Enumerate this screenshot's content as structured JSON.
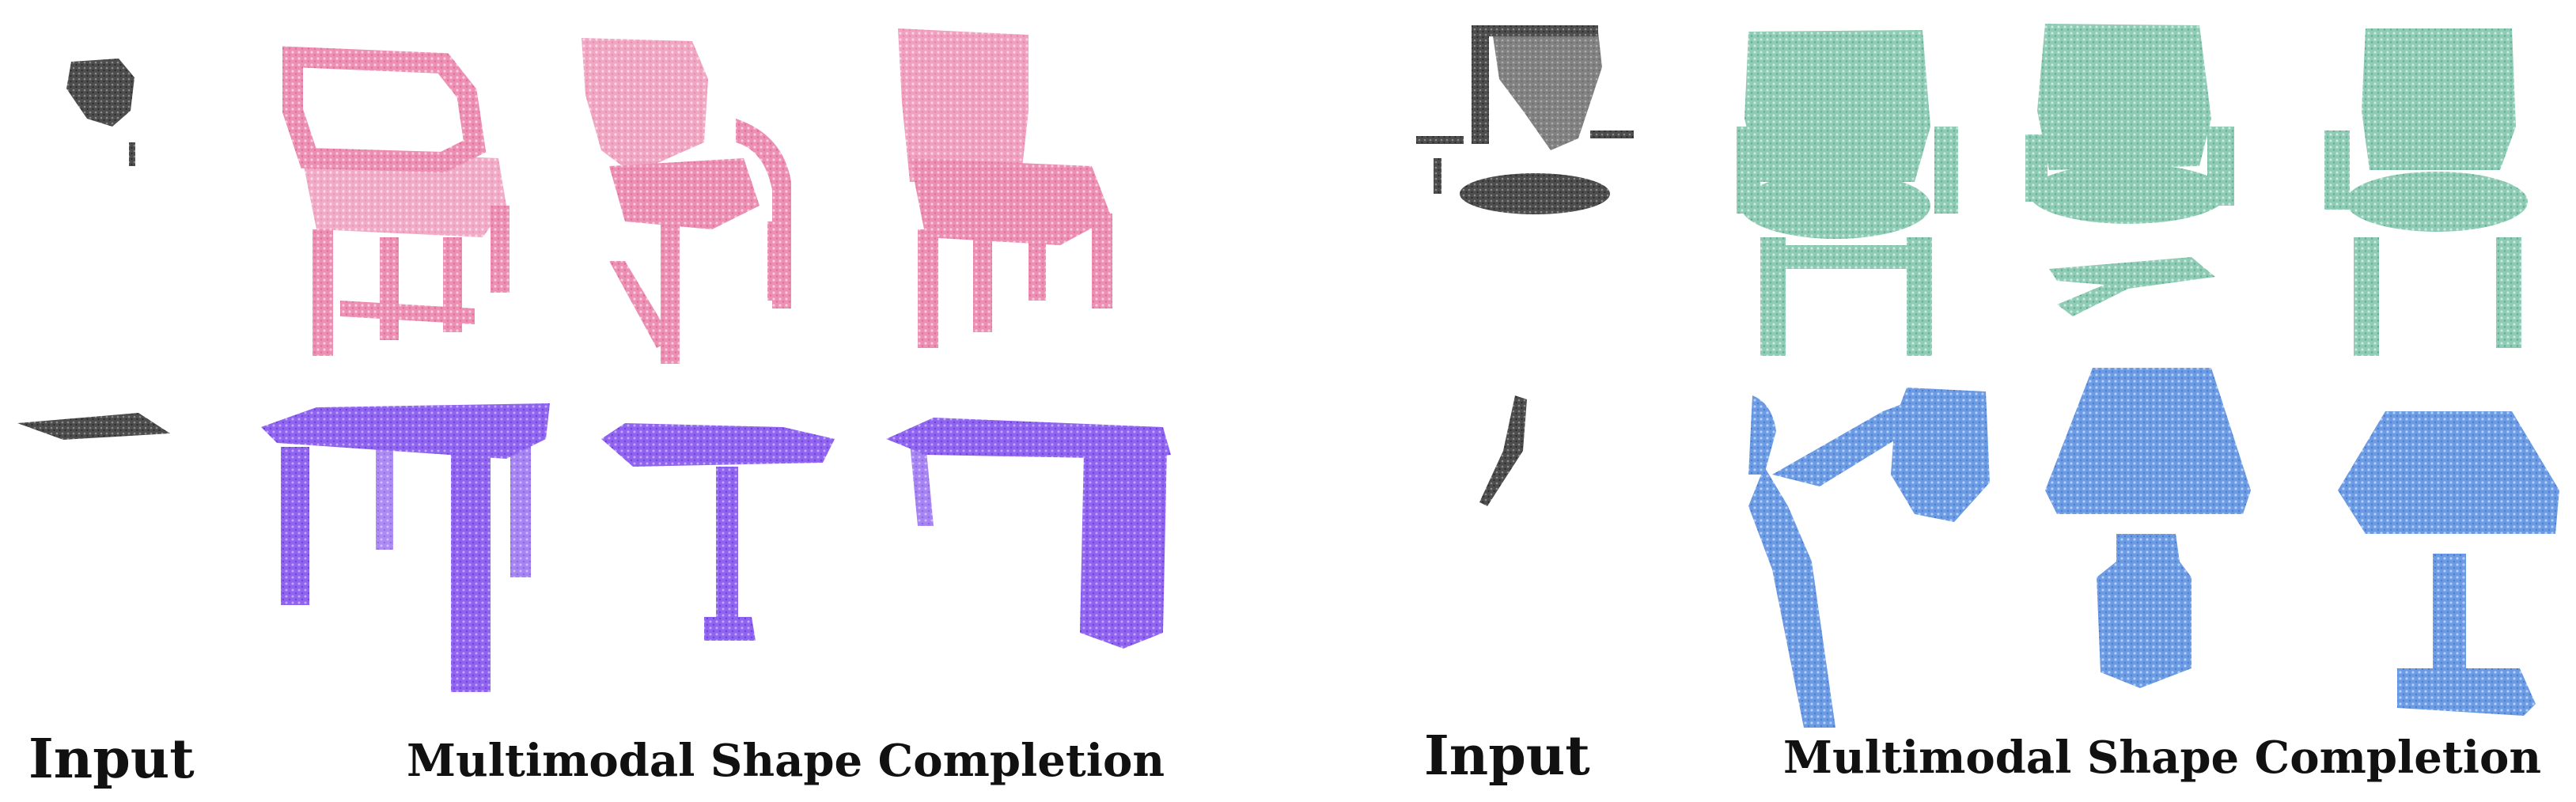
{
  "left_panel": {
    "input_label": "Input",
    "completion_label": "Multimodal Shape Completion",
    "rows": [
      {
        "category": "chair",
        "input_color": "#4d4d4d",
        "output_color": "#ec86ad",
        "output_count": 3
      },
      {
        "category": "table",
        "input_color": "#4d4d4d",
        "output_color": "#8a5cf0",
        "output_count": 3
      }
    ]
  },
  "right_panel": {
    "input_label": "Input",
    "completion_label": "Multimodal Shape Completion",
    "rows": [
      {
        "category": "chair",
        "input_color": "#4d4d4d",
        "output_color": "#88c9b2",
        "output_count": 3
      },
      {
        "category": "lamp",
        "input_color": "#4d4d4d",
        "output_color": "#6496e4",
        "output_count": 3
      }
    ]
  }
}
